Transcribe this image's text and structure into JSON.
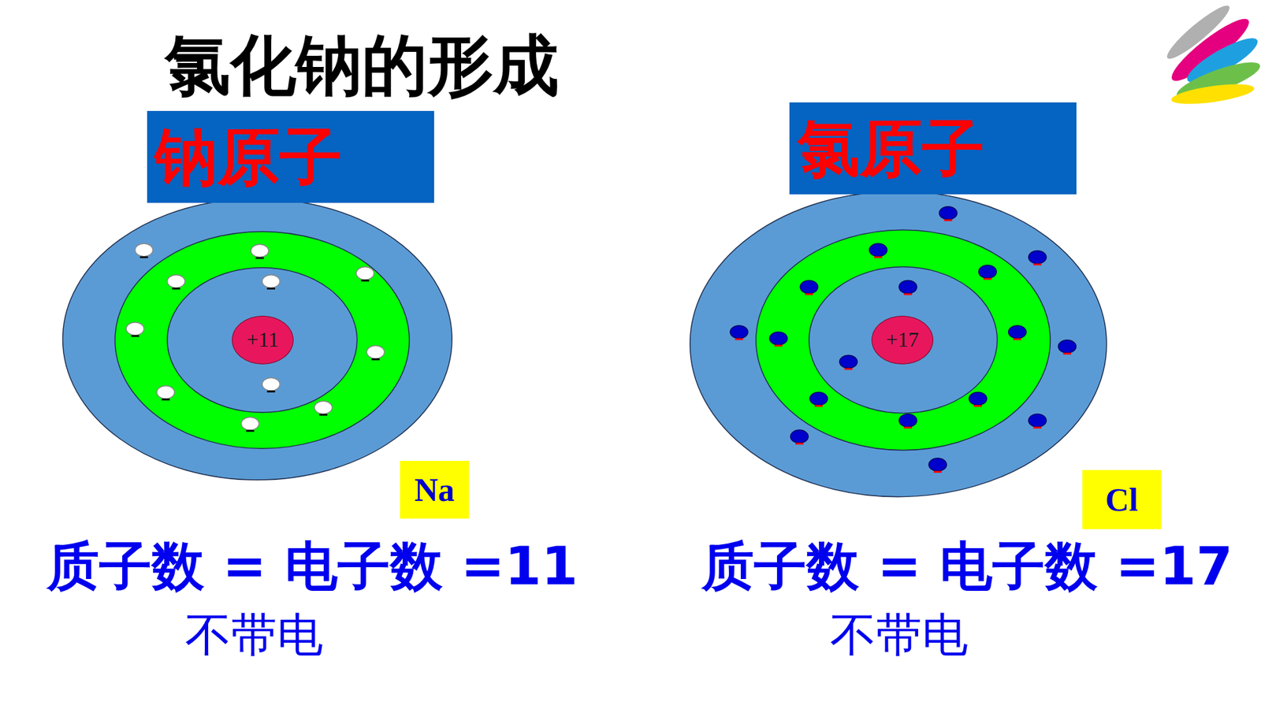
{
  "diagram": {
    "title": "氯化钠的形成",
    "nodes": [
      {
        "text": [
          "钠原子"
        ]
      },
      {
        "text": [
          "+11"
        ]
      },
      {
        "text": [
          "Na"
        ]
      },
      {
        "text": [
          "氯原子"
        ]
      },
      {
        "text": [
          "+17"
        ]
      },
      {
        "text": [
          "Cl"
        ]
      }
    ],
    "labels": [
      "质子数 = 电子数 =11",
      "不带电",
      "质子数 = 电子数 =17",
      "不带电"
    ]
  }
}
